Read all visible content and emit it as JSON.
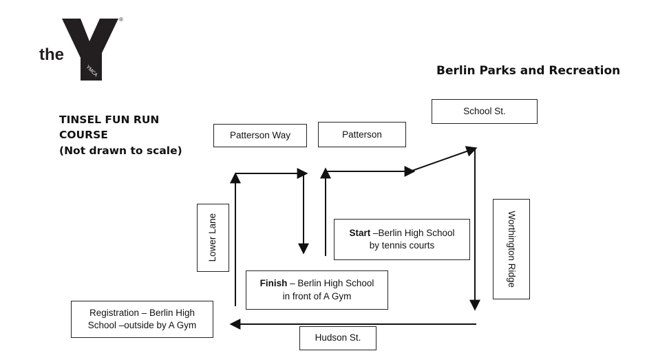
{
  "logo": {
    "wordmark": "the",
    "sub_mark": "YMCA",
    "registered": "®"
  },
  "organization": "Berlin Parks and Recreation",
  "title": {
    "line1": "TINSEL FUN RUN",
    "line2": "COURSE",
    "line3": "(Not drawn to scale)"
  },
  "streets": {
    "school_st": "School St.",
    "patterson_way": "Patterson Way",
    "patterson": "Patterson",
    "lower_lane": "Lower Lane",
    "worthington_ridge": "Worthington Ridge",
    "hudson_st": "Hudson St."
  },
  "start": {
    "bold": "Start",
    "line1_rest": " –Berlin High School",
    "line2": "by tennis courts"
  },
  "finish": {
    "bold": "Finish",
    "line1_rest": " – Berlin High School",
    "line2": "in front of A Gym"
  },
  "registration": {
    "line1": "Registration – Berlin High",
    "line2": "School –outside by A Gym"
  },
  "colors": {
    "ink": "#111111",
    "logo": "#231f20"
  }
}
